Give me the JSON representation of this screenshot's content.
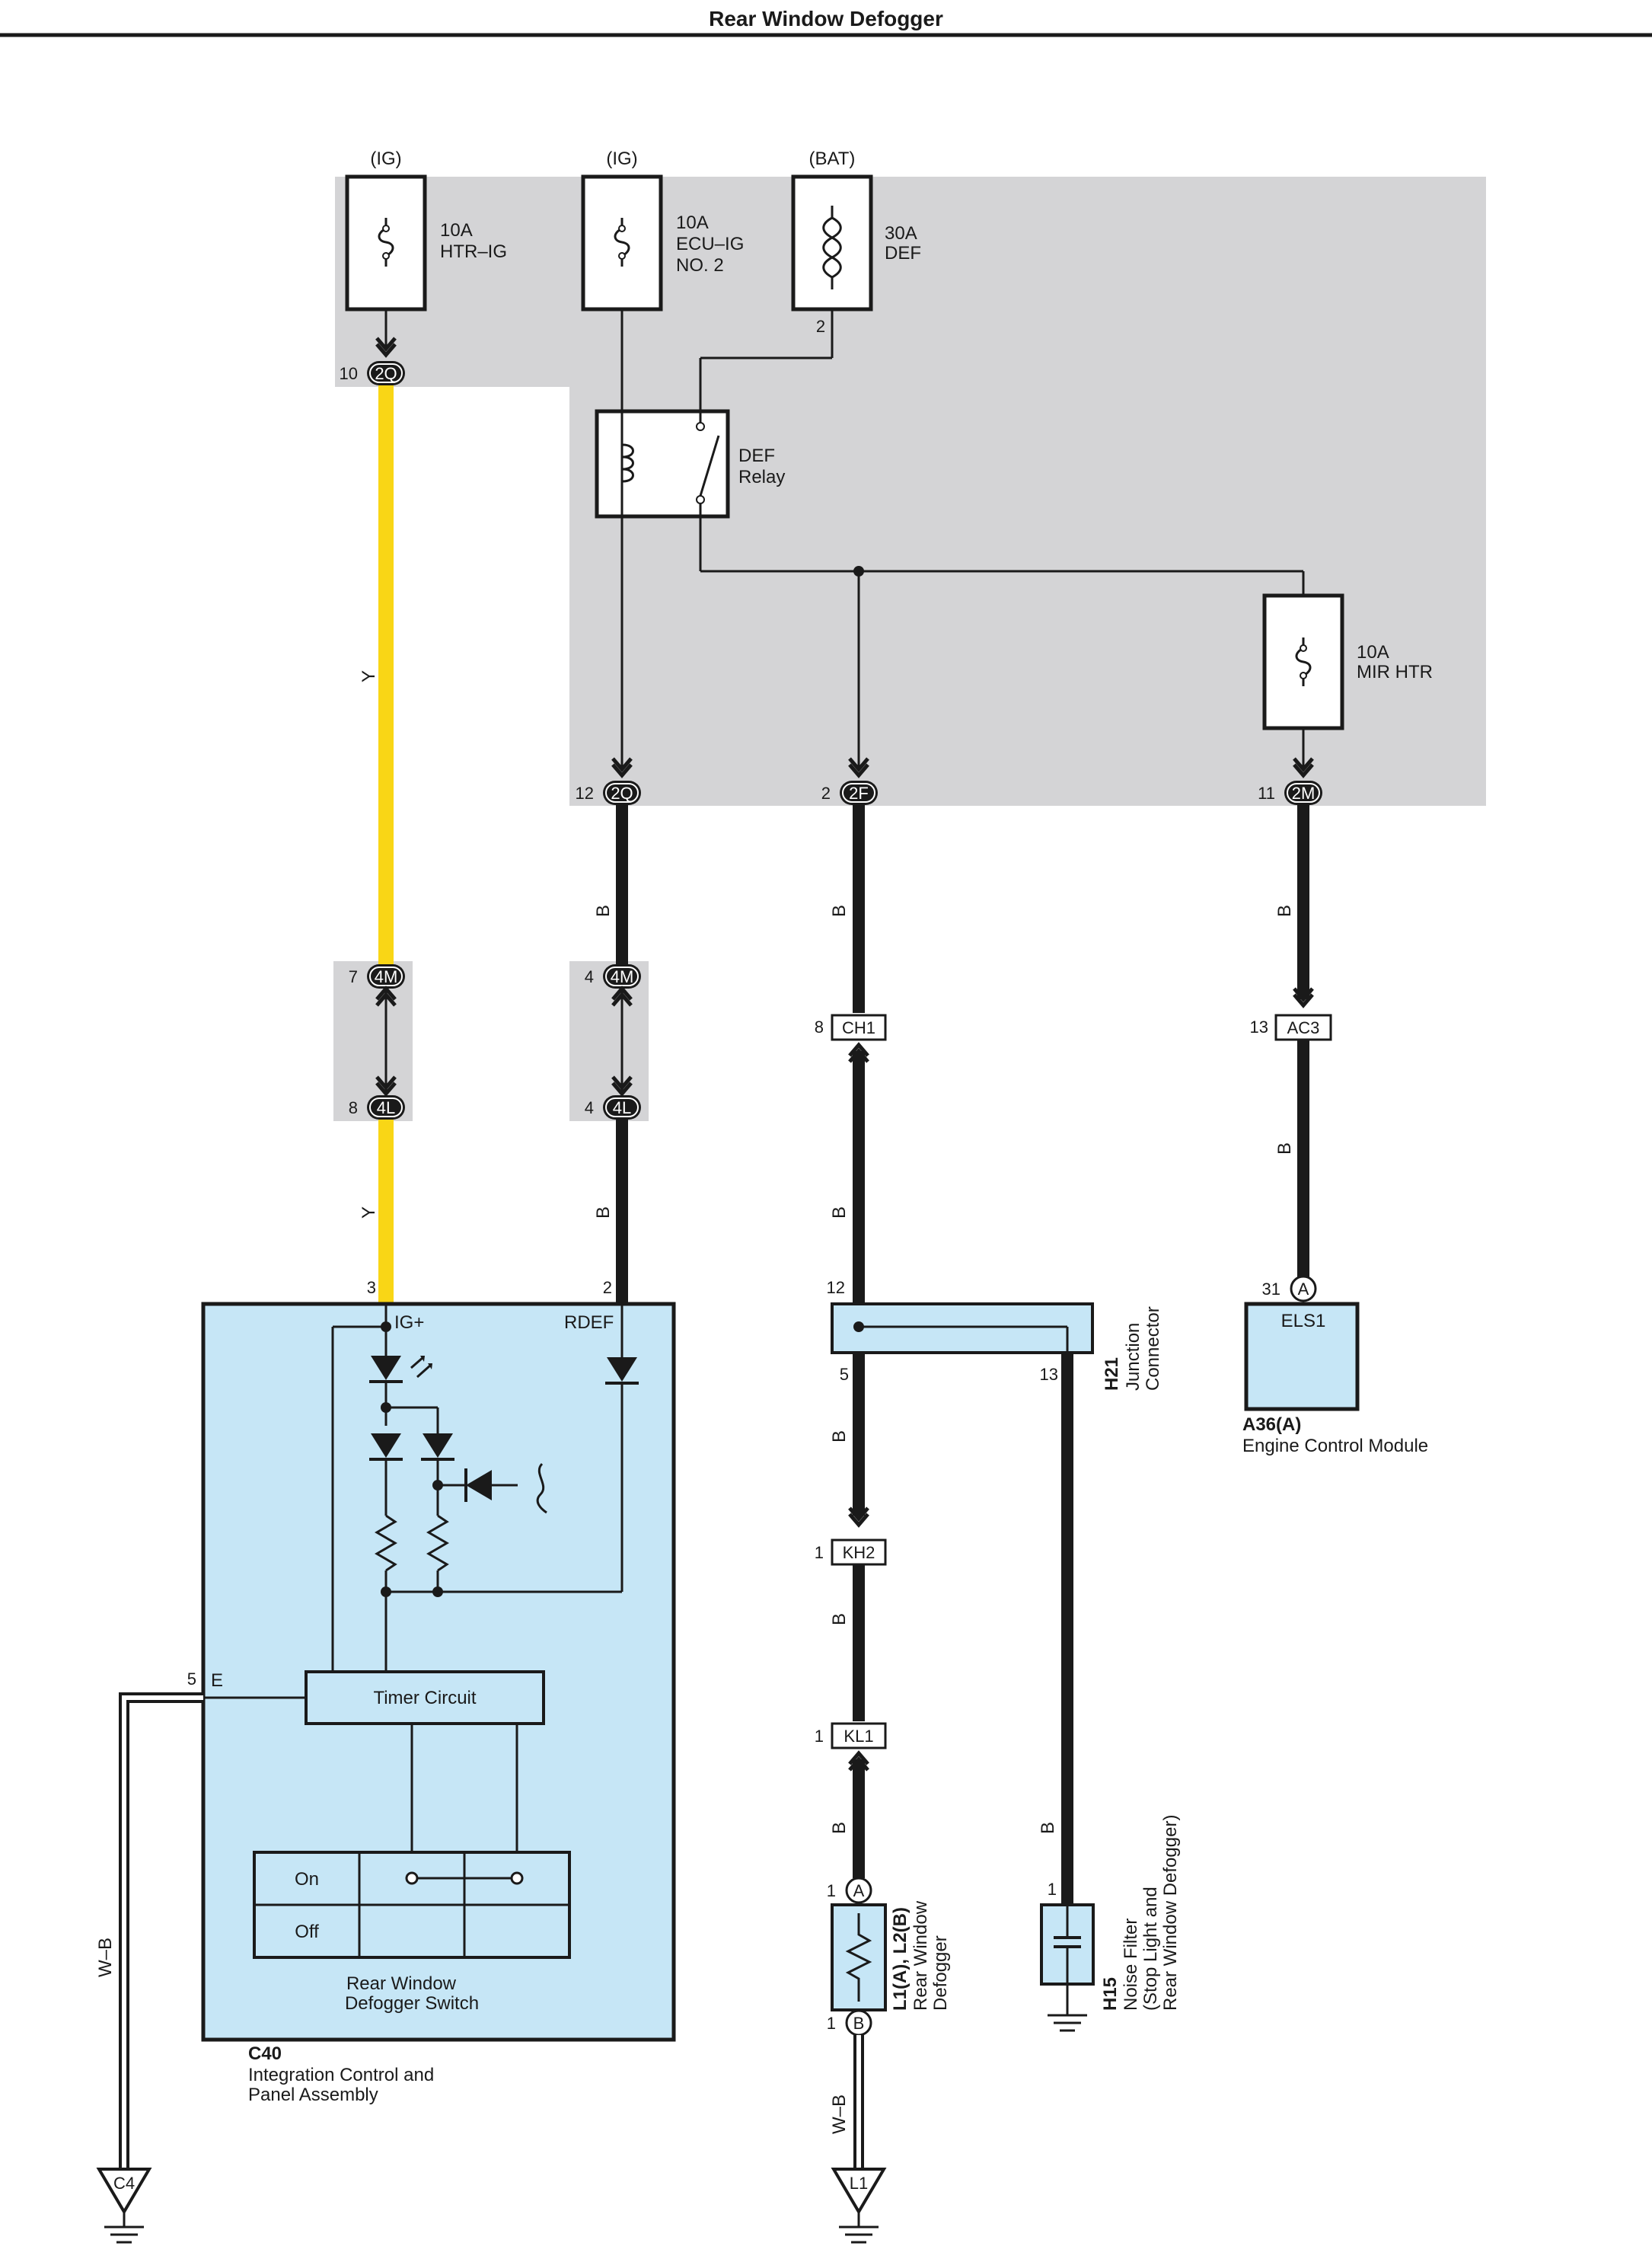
{
  "title": "Rear Window Defogger",
  "fuses": {
    "htr_ig": {
      "source": "(IG)",
      "rating": "10A",
      "name": "HTR–IG"
    },
    "ecu_ig": {
      "source": "(IG)",
      "rating": "10A",
      "name1": "ECU–IG",
      "name2": "NO. 2"
    },
    "def": {
      "source": "(BAT)",
      "rating": "30A",
      "name": "DEF",
      "pin": "2"
    },
    "mir_htr": {
      "rating": "10A",
      "name": "MIR HTR"
    }
  },
  "relay": {
    "name1": "DEF",
    "name2": "Relay"
  },
  "connectors": {
    "jb_2q_10": {
      "code": "2Q",
      "pin": "10"
    },
    "jb_2q_12": {
      "code": "2Q",
      "pin": "12"
    },
    "jb_2f": {
      "code": "2F",
      "pin": "2"
    },
    "jb_2m": {
      "code": "2M",
      "pin": "11"
    },
    "c_4m_a": {
      "code": "4M",
      "pin": "7"
    },
    "c_4l_a": {
      "code": "4L",
      "pin": "8"
    },
    "c_4m_b": {
      "code": "4M",
      "pin": "4"
    },
    "c_4l_b": {
      "code": "4L",
      "pin": "4"
    },
    "ch1": {
      "code": "CH1",
      "pin": "8"
    },
    "ac3": {
      "code": "AC3",
      "pin": "13"
    },
    "kh2": {
      "code": "KH2",
      "pin": "1"
    },
    "kl1": {
      "code": "KL1",
      "pin": "1"
    }
  },
  "wire_colors": {
    "y": "Y",
    "b": "B",
    "wb": "W–B",
    "yellow_hex": "#f9d616",
    "black_hex": "#1a1a1a",
    "shade_hex": "#d4d4d6",
    "comp_fill_hex": "#c6e6f6"
  },
  "c40": {
    "code": "C40",
    "name1": "Integration Control and",
    "name2": "Panel Assembly",
    "pin_ig": "3",
    "pin_rdef": "2",
    "pin_e": "5",
    "label_ig": "IG+",
    "label_rdef": "RDEF",
    "label_e": "E",
    "timer": "Timer Circuit",
    "switch_on": "On",
    "switch_off": "Off",
    "switch_name1": "Rear Window",
    "switch_name2": "Defogger Switch"
  },
  "h21": {
    "code": "H21",
    "name1": "Junction",
    "name2": "Connector",
    "pin_in": "12",
    "pin_out1": "5",
    "pin_out2": "13"
  },
  "a36": {
    "code": "A36(A)",
    "name": "Engine Control Module",
    "terminal": "ELS1",
    "pin": "31",
    "pin_letter": "A"
  },
  "defogger": {
    "code": "L1(A), L2(B)",
    "name1": "Rear Window",
    "name2": "Defogger",
    "pin_a_num": "1",
    "pin_a": "A",
    "pin_b_num": "1",
    "pin_b": "B"
  },
  "h15": {
    "code": "H15",
    "name1": "Noise Filter",
    "name2": "(Stop Light and",
    "name3": "Rear Window Defogger)",
    "pin": "1"
  },
  "grounds": {
    "c4": "C4",
    "l1": "L1"
  }
}
